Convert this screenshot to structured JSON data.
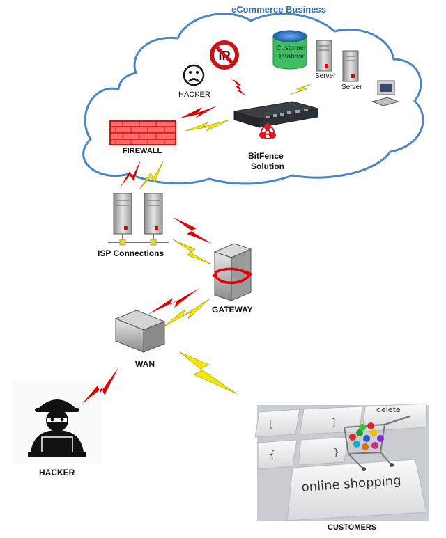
{
  "title": "eCommerce Business",
  "labels": {
    "hacker_top": "HACKER",
    "server1": "Server",
    "server2": "Server",
    "customer_db_line1": "Customer",
    "customer_db_line2": "Database",
    "firewall": "FIREWALL",
    "bitfence_line1": "BitFence",
    "bitfence_line2": "Solution",
    "isp": "ISP Connections",
    "gateway": "GATEWAY",
    "wan": "WAN",
    "hacker_bottom": "HACKER",
    "customers": "CUSTOMERS"
  },
  "photo": {
    "key_delete": "delete",
    "key_online": "online shopping"
  },
  "colors": {
    "cloud_outline": "#4a86c5",
    "firewall_red": "#e02020",
    "bolt_red": "#e00000",
    "bolt_yellow": "#f5e600",
    "database_blue": "#2a6fc0",
    "database_green": "#3fbf5f"
  },
  "icons": [
    "sad-face-icon",
    "no-ip-icon",
    "biohazard-icon",
    "computer-icon",
    "hacker-icon",
    "shopping-cart-icon"
  ]
}
